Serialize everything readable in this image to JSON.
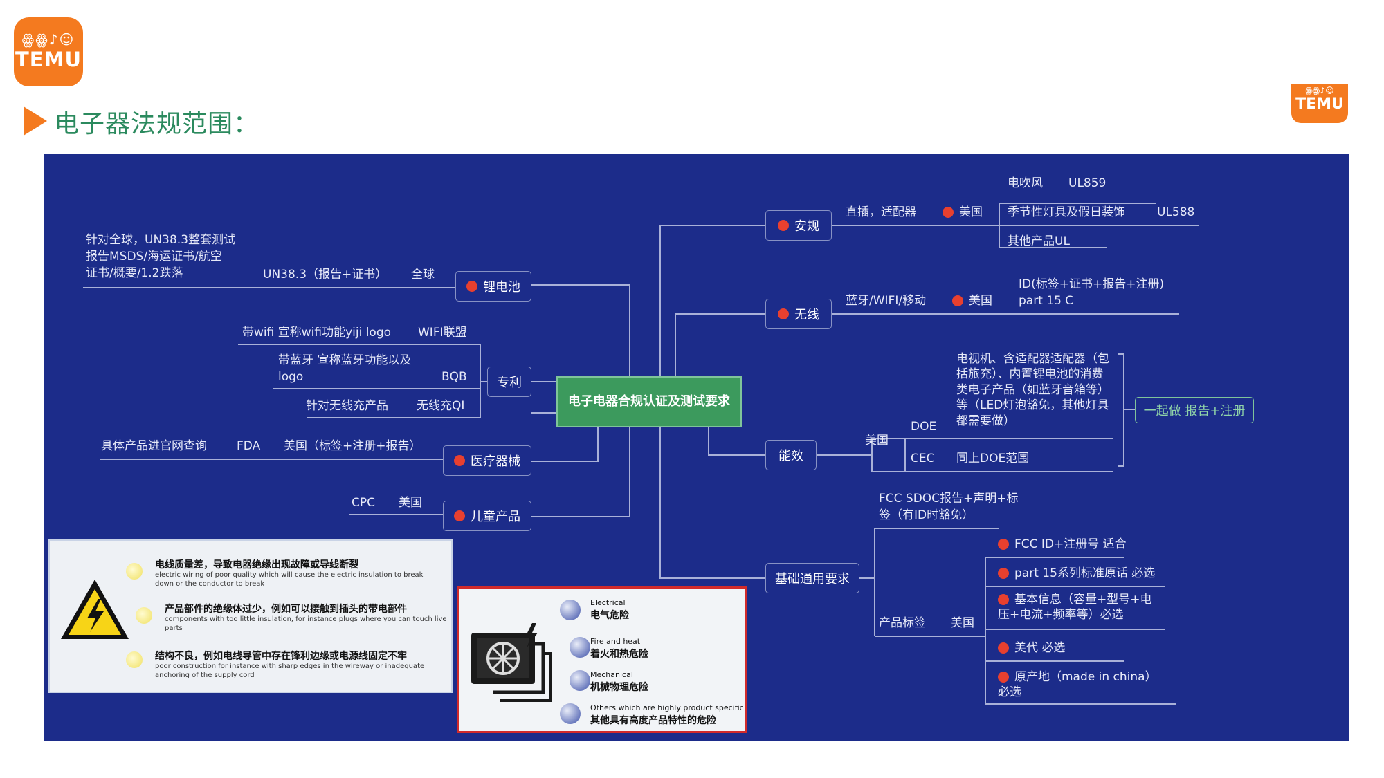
{
  "header": {
    "logo_text": "TEMU",
    "logo_glyphs": "ꙮꙮ♪☺",
    "page_title": "电子器法规范围："
  },
  "diagram": {
    "center": "电子电器合规认证及测试要求",
    "left": {
      "battery": {
        "label": "锂电池",
        "note_l1": "针对全球，UN38.3整套测试",
        "note_l2": "报告MSDS/海运证书/航空",
        "note_l3": "证书/概要/1.2跌落",
        "standard": "UN38.3（报告+证书）",
        "region": "全球"
      },
      "patent": {
        "label": "专利",
        "wifi_item": "带wifi  宣称wifi功能yiji logo",
        "wifi_org": "WIFI联盟",
        "bt_item_l1": "带蓝牙 宣称蓝牙功能以及",
        "bt_item_l2": "logo",
        "bt_org": "BQB",
        "qi_item": "针对无线充产品",
        "qi_org": "无线充QI"
      },
      "medical": {
        "label": "医疗器械",
        "item": "具体产品进官网查询",
        "agency": "FDA",
        "req": "美国（标签+注册+报告）"
      },
      "kids": {
        "label": "儿童产品",
        "cert": "CPC",
        "region": "美国"
      }
    },
    "right": {
      "safety": {
        "label": "安规",
        "scope": "直插，适配器",
        "region": "美国",
        "items": [
          {
            "name": "电吹风",
            "std": "UL859"
          },
          {
            "name": "季节性灯具及假日装饰",
            "std": "UL588"
          },
          {
            "name": "其他产品UL",
            "std": ""
          }
        ]
      },
      "wireless": {
        "label": "无线",
        "scope": "蓝牙/WIFI/移动",
        "region": "美国",
        "req_l1": "ID(标签+证书+报告+注册)",
        "req_l2": "part 15 C"
      },
      "energy": {
        "label": "能效",
        "region": "美国",
        "doe": "DOE",
        "doe_desc": "电视机、含适配器适配器（包括旅充）、内置锂电池的消费类电子产品（如蓝牙音箱等）等（LED灯泡豁免，其他灯具都需要做）",
        "cec": "CEC",
        "cec_desc": "同上DOE范围",
        "together": "一起做  报告+注册"
      },
      "basic": {
        "label": "基础通用要求",
        "sdoc_l1": "FCC SDOC报告+声明+标",
        "sdoc_l2": "签（有ID时豁免）",
        "label_group": "产品标签",
        "region": "美国",
        "items": [
          "FCC ID+注册号  适合",
          "part 15系列标准原话  必选",
          "基本信息（容量+型号+电压+电流+频率等）必选",
          "美代  必选",
          "原产地（made in china）必选"
        ]
      }
    }
  },
  "hazard_panel": {
    "items": [
      {
        "cn": "电线质量差，导致电器绝缘出现故障或导线断裂",
        "en": "electric wiring of poor quality which will cause the electric insulation to break down or the conductor to break"
      },
      {
        "cn": "产品部件的绝缘体过少，例如可以接触到插头的带电部件",
        "en": "components with too little insulation, for instance plugs where you can touch live parts"
      },
      {
        "cn": "结构不良，例如电线导管中存在锋利边缘或电源线固定不牢",
        "en": "poor construction for instance with sharp edges in the wireway or inadequate anchoring of the supply cord"
      }
    ]
  },
  "risk_panel": {
    "items": [
      {
        "en": "Electrical",
        "cn": "电气危险"
      },
      {
        "en": "Fire and heat",
        "cn": "着火和热危险"
      },
      {
        "en": "Mechanical",
        "cn": "机械物理危险"
      },
      {
        "en": "Others which are highly product specific",
        "cn": "其他具有高度产品特性的危险"
      }
    ]
  },
  "colors": {
    "brand_orange": "#f47a1f",
    "board_blue": "#1c2c8a",
    "center_green": "#3c9a5d",
    "bullet_red": "#e8402f",
    "title_green": "#2b8a5e"
  }
}
